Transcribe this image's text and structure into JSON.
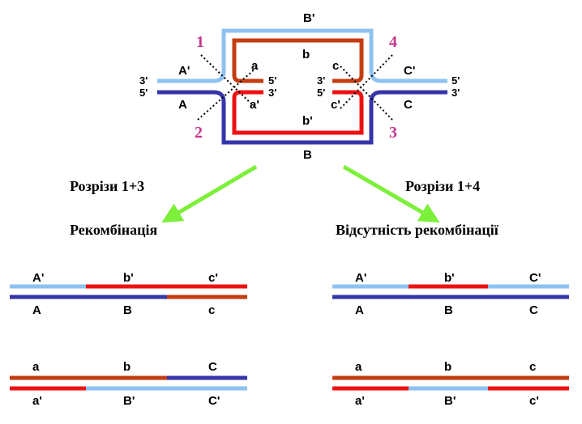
{
  "colors": {
    "light_blue": "#8ec2f0",
    "dark_blue": "#3535aa",
    "red": "#ee1111",
    "dark_red": "#c43d10",
    "green": "#7cf03a",
    "magenta": "#c4388a"
  },
  "junction": {
    "top_outer": "B'",
    "top_inner": "b",
    "bottom_inner": "b'",
    "bottom_outer": "B",
    "left_top": "A'",
    "left_bottom": "A",
    "right_top": "C'",
    "right_bottom": "C",
    "inner_left_top": "a",
    "inner_left_bottom": "a'",
    "inner_right_top": "c",
    "inner_right_bottom": "c'",
    "ends": {
      "left_top": "3'",
      "left_bottom": "5'",
      "right_top": "5'",
      "right_bottom": "3'",
      "center_left_top": "5'",
      "center_left_bottom": "3'",
      "center_right_top": "3'",
      "center_right_bottom": "5'"
    },
    "cuts": {
      "one": "1",
      "two": "2",
      "three": "3",
      "four": "4"
    }
  },
  "left_branch": {
    "cut_label": "Розрізи 1+3",
    "result": "Рекомбінація",
    "duplex1": {
      "top": [
        "A'",
        "b'",
        "c'"
      ],
      "bottom": [
        "A",
        "B",
        "c"
      ]
    },
    "duplex2": {
      "top": [
        "a",
        "b",
        "C"
      ],
      "bottom": [
        "a'",
        "B'",
        "C'"
      ]
    }
  },
  "right_branch": {
    "cut_label": "Розрізи 1+4",
    "result": "Відсутність рекомбінації",
    "duplex1": {
      "top": [
        "A'",
        "b'",
        "C'"
      ],
      "bottom": [
        "A",
        "B",
        "C"
      ]
    },
    "duplex2": {
      "top": [
        "a",
        "b",
        "c"
      ],
      "bottom": [
        "a'",
        "B'",
        "c'"
      ]
    }
  }
}
